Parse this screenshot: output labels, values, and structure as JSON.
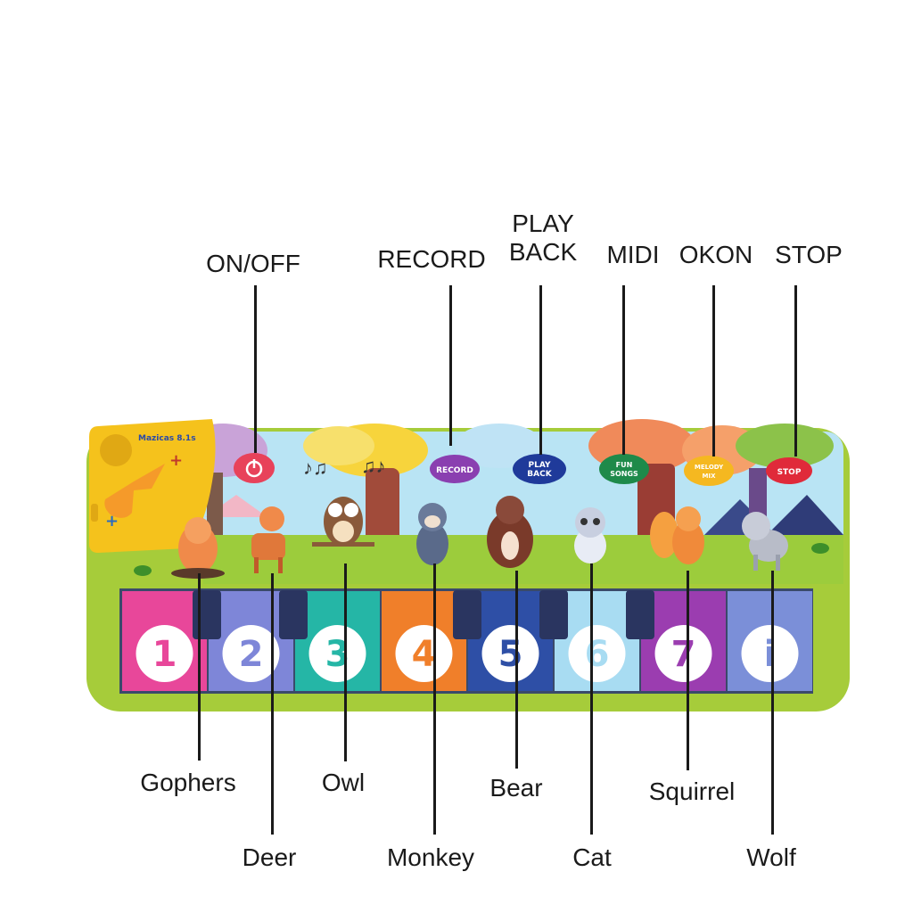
{
  "callouts": {
    "on_off": "ON/OFF",
    "record": "RECORD",
    "play_back_line1": "PLAY",
    "play_back_line2": "BACK",
    "midi": "MIDI",
    "okon": "OKON",
    "stop": "STOP",
    "gophers": "Gophers",
    "deer": "Deer",
    "owl": "Owl",
    "monkey": "Monkey",
    "bear": "Bear",
    "cat": "Cat",
    "squirrel": "Squirrel",
    "wolf": "Wolf"
  },
  "mat_buttons": {
    "record": "RECORD",
    "play_back_1": "PLAY",
    "play_back_2": "BACK",
    "fun_songs_1": "FUN",
    "fun_songs_2": "SONGS",
    "melody_mix_1": "MELODY",
    "melody_mix_2": "MIX",
    "stop": "STOP"
  },
  "brand": "Mazicas 8.1s",
  "keys": [
    {
      "label": "1",
      "color": "#e8479a"
    },
    {
      "label": "2",
      "color": "#7e86d8"
    },
    {
      "label": "3",
      "color": "#25b6a6"
    },
    {
      "label": "4",
      "color": "#f07f2a"
    },
    {
      "label": "5",
      "color": "#2e4fa6"
    },
    {
      "label": "6",
      "color": "#a8dcf2"
    },
    {
      "label": "7",
      "color": "#9b3db0"
    },
    {
      "label": "i",
      "color": "#7b8fd8"
    }
  ],
  "colors": {
    "mat_green": "#a6cc3a",
    "sky": "#b9e4f4",
    "grass": "#9ccc3c",
    "panel_yellow": "#f5c21c"
  }
}
